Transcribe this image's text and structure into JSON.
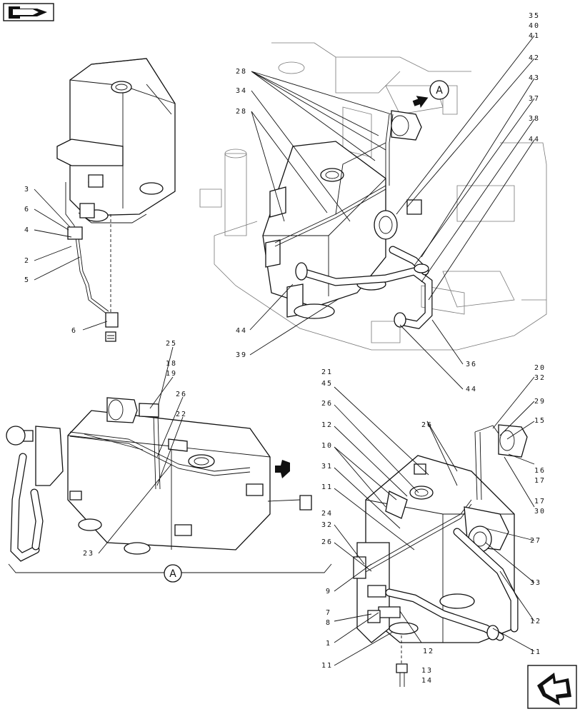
{
  "view_marker": "A",
  "callouts": {
    "n1": "1",
    "n2": "2",
    "n3": "3",
    "n4": "4",
    "n5": "5",
    "n6a": "6",
    "n6b": "6",
    "n7": "7",
    "n8": "8",
    "n9": "9",
    "n10": "10",
    "n11a": "11",
    "n11b": "11",
    "n11c": "11",
    "n12a": "12",
    "n12b": "12",
    "n12c": "12",
    "n13": "13",
    "n14": "14",
    "n15": "15",
    "n16": "16",
    "n17a": "17",
    "n17b": "17",
    "n18": "18",
    "n19": "19",
    "n20": "20",
    "n21": "21",
    "n22": "22",
    "n23": "23",
    "n24": "24",
    "n25": "25",
    "n26a": "26",
    "n26b": "26",
    "n26c": "26",
    "n26d": "26",
    "n27": "27",
    "n28a": "28",
    "n28b": "28",
    "n29": "29",
    "n30": "30",
    "n31": "31",
    "n32a": "32",
    "n32b": "32",
    "n33": "33",
    "n34": "34",
    "n35": "35",
    "n36": "36",
    "n37": "37",
    "n38": "38",
    "n39": "39",
    "n40": "40",
    "n41": "41",
    "n42": "42",
    "n43": "43",
    "n44a": "44",
    "n44b": "44",
    "n44c": "44",
    "n45": "45"
  },
  "icons": {
    "top_left": "view-forward-arrow-icon",
    "bottom_right": "next-page-arrow-icon",
    "view_arrow": "view-direction-arrow-icon"
  },
  "colors": {
    "line": "#111111",
    "background": "#ffffff",
    "ghost": "#777777"
  }
}
